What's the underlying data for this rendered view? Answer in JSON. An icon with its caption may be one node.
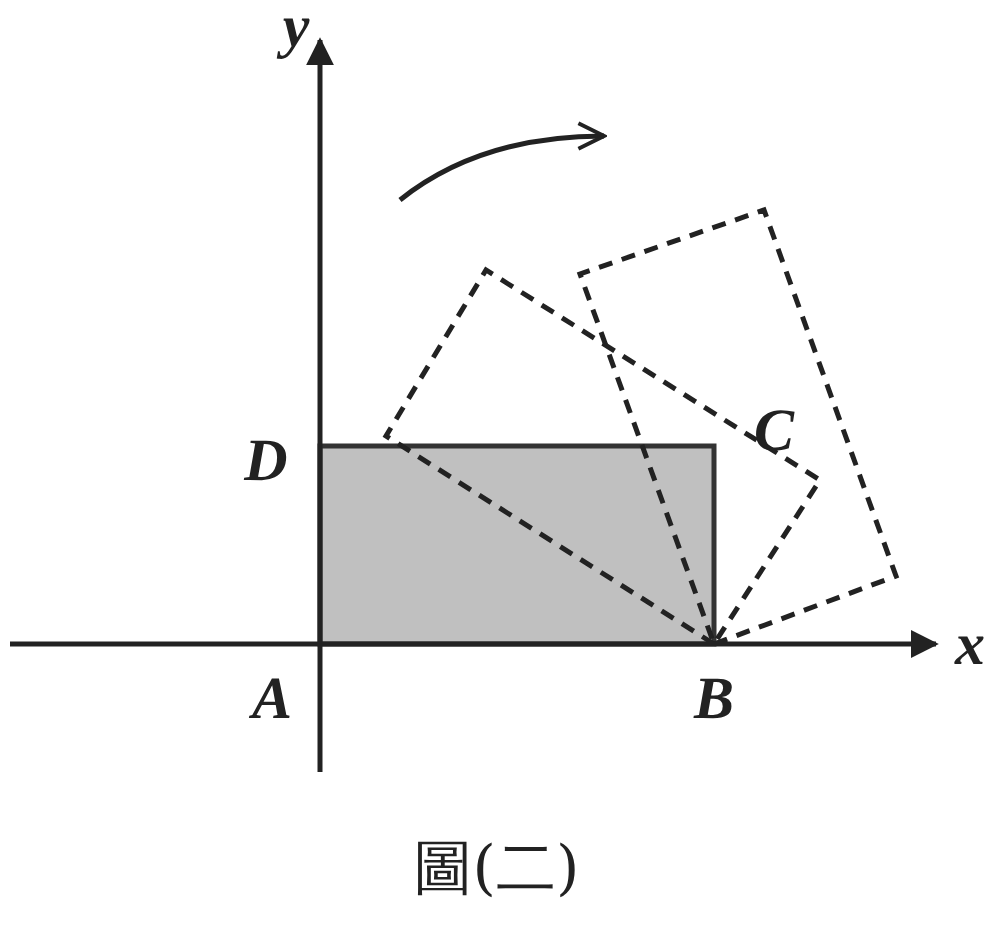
{
  "diagram": {
    "caption": "圖(二)",
    "labels": [
      "y",
      "D",
      "C",
      "x",
      "A",
      "B"
    ]
  }
}
